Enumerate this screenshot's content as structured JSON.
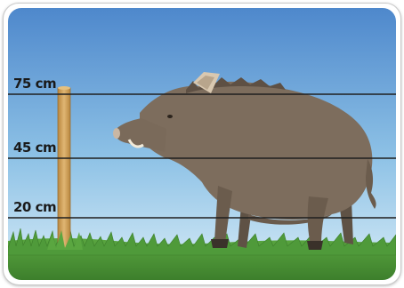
{
  "wire_labels": {
    "top": "75 cm",
    "middle": "45 cm",
    "bottom": "20 cm"
  },
  "colors": {
    "sky_top": "#4e88cc",
    "sky_bottom": "#d8ecf7",
    "grass": "#4f9a3a",
    "boar": "#7d6d5d",
    "post": "#d5a861",
    "wire": "#1f1f1f"
  }
}
